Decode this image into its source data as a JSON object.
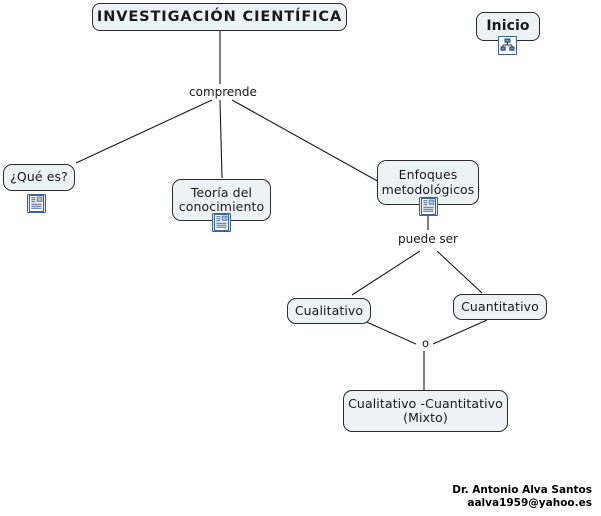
{
  "document": {
    "title": "INVESTIGACIÓN CIENTÍFICA",
    "type": "concept-map",
    "background_color": "#ffffff",
    "node_fill_color": "#edf2f5",
    "node_border_color": "#2b2b2b",
    "edge_color": "#1a1a1a",
    "icon_border_color": "#3a63a8"
  },
  "nodes": {
    "root": {
      "label": "INVESTIGACIÓN CIENTÍFICA"
    },
    "home": {
      "label": "Inicio",
      "icon": "concept-map-icon"
    },
    "que_es": {
      "label": "¿Qué es?",
      "icon": "document-resource-icon"
    },
    "teoria": {
      "line1": "Teoría del",
      "line2": "conocimiento",
      "icon": "document-resource-icon"
    },
    "enfoques": {
      "line1": "Enfoques",
      "line2": "metodológicos",
      "icon": "document-resource-icon"
    },
    "cualitativo": {
      "label": "Cualitativo"
    },
    "cuantitativo": {
      "label": "Cuantitativo"
    },
    "mixto": {
      "line1": "Cualitativo -Cuantitativo",
      "line2": "(Mixto)"
    }
  },
  "link_labels": {
    "comprende": "comprende",
    "puede_ser": "puede ser",
    "o": "o"
  },
  "footer": {
    "name": "Dr. Antonio Alva Santos",
    "email": "aalva1959@yahoo.es"
  }
}
